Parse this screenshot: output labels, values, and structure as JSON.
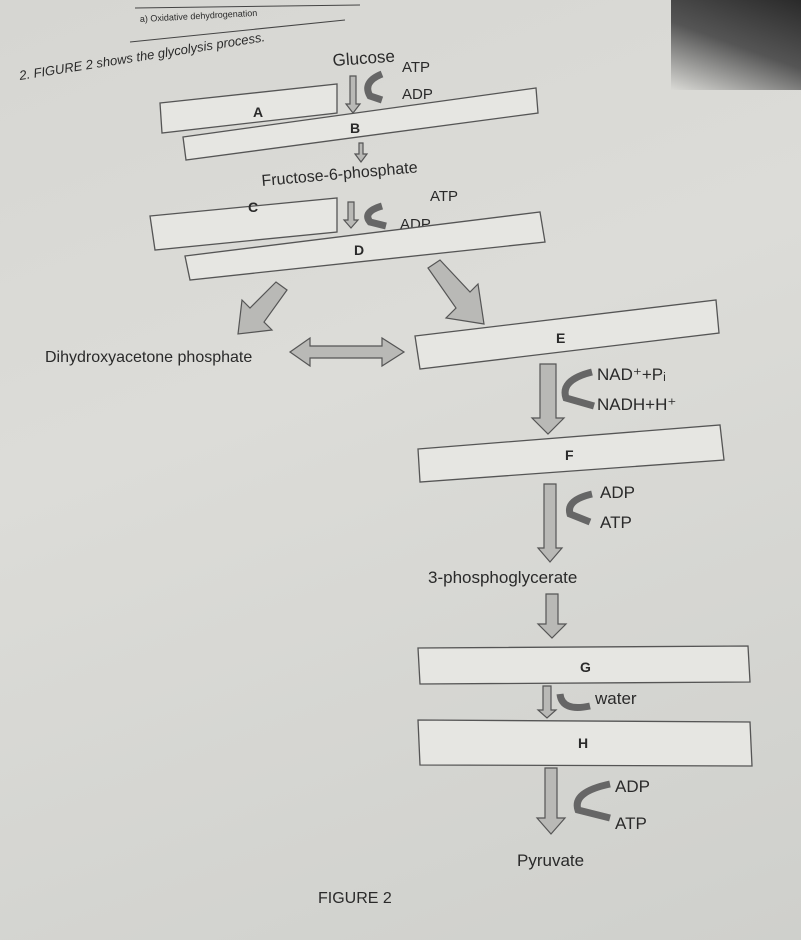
{
  "handwritten_note": "a) Oxidative dehydrogenation",
  "question": "2.  FIGURE 2 shows the glycolysis process.",
  "caption": "FIGURE 2",
  "labels": {
    "A": "A",
    "B": "B",
    "C": "C",
    "D": "D",
    "E": "E",
    "F": "F",
    "G": "G",
    "H": "H"
  },
  "compounds": {
    "glucose": "Glucose",
    "fructose6p": "Fructose-6-phosphate",
    "dhap": "Dihydroxyacetone phosphate",
    "pg3": "3-phosphoglycerate",
    "pyruvate": "Pyruvate"
  },
  "cofactors": {
    "step1_in": "ATP",
    "step1_out": "ADP",
    "step2_in": "ATP",
    "step2_out": "ADP",
    "step3_in": "NAD⁺+Pᵢ",
    "step3_out": "NADH+H⁺",
    "step4_in": "ADP",
    "step4_out": "ATP",
    "step5_out": "water",
    "step6_in": "ADP",
    "step6_out": "ATP"
  }
}
